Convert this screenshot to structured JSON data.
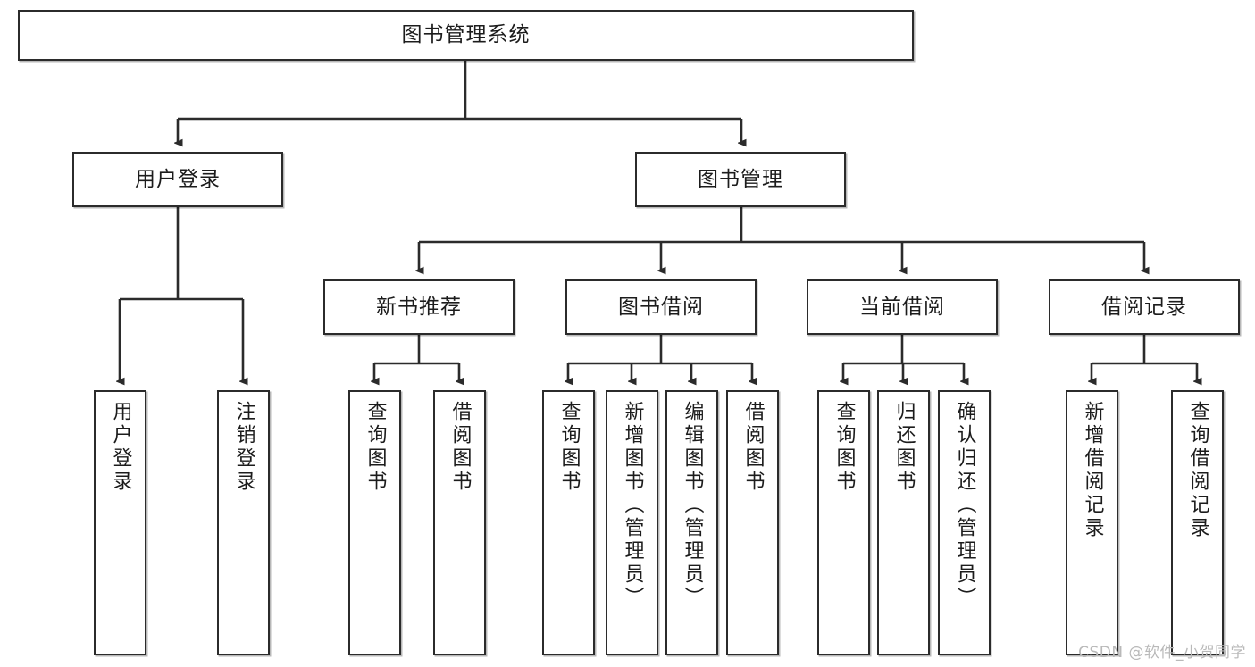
{
  "diagram": {
    "title_node": {
      "label": "图书管理系统"
    },
    "level2": [
      {
        "label": "用户登录"
      },
      {
        "label": "图书管理"
      }
    ],
    "level3": [
      {
        "label": "新书推荐"
      },
      {
        "label": "图书借阅"
      },
      {
        "label": "当前借阅"
      },
      {
        "label": "借阅记录"
      }
    ],
    "leaves": [
      {
        "label": "用户登录"
      },
      {
        "label": "注销登录"
      },
      {
        "label": "查询图书"
      },
      {
        "label": "借阅图书"
      },
      {
        "label": "查询图书"
      },
      {
        "label": "新增图书（管理员）"
      },
      {
        "label": "编辑图书（管理员）"
      },
      {
        "label": "借阅图书"
      },
      {
        "label": "查询图书"
      },
      {
        "label": "归还图书"
      },
      {
        "label": "确认归还（管理员）"
      },
      {
        "label": "新增借阅记录"
      },
      {
        "label": "查询借阅记录"
      }
    ]
  },
  "watermark": {
    "text": "CSDN @软件_小贺同学"
  },
  "colors": {
    "stroke": "#2b2b2b",
    "background": "#ffffff",
    "text": "#1c1c1c",
    "watermark": "#b9b9b9"
  }
}
